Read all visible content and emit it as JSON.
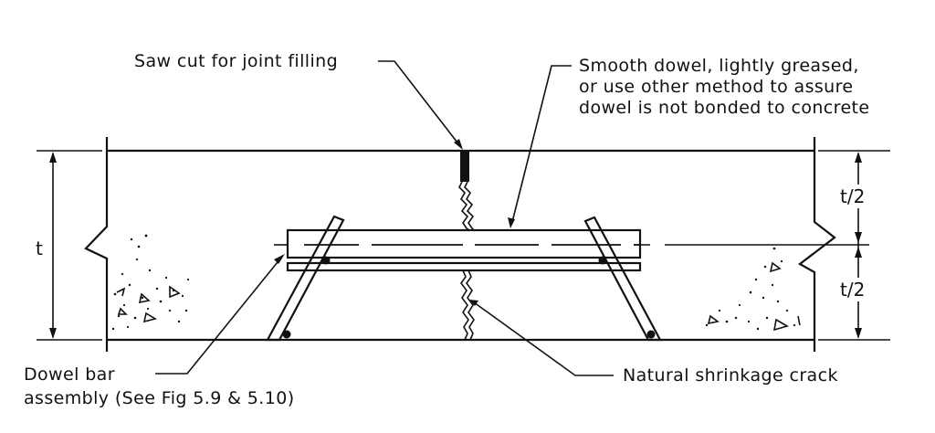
{
  "labels": {
    "saw_cut": "Saw cut for joint filling",
    "smooth_dowel_line1": "Smooth dowel, lightly greased,",
    "smooth_dowel_line2": "or use other method to assure",
    "smooth_dowel_line3": "dowel is not bonded to concrete",
    "dowel_assembly_line1": "Dowel bar",
    "dowel_assembly_line2": "assembly (See Fig 5.9 & 5.10)",
    "shrinkage_crack": "Natural shrinkage crack"
  },
  "dimensions": {
    "thickness": "t",
    "upper_half": "t/2",
    "lower_half": "t/2"
  },
  "colors": {
    "ink": "#111111",
    "paper": "#ffffff"
  }
}
